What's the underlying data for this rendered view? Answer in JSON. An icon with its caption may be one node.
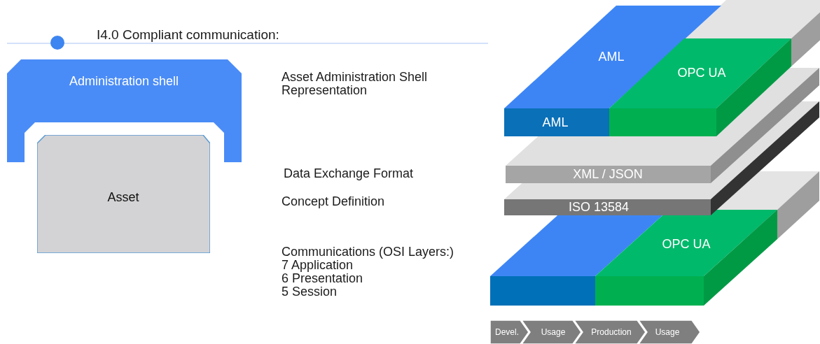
{
  "diagram": {
    "title": "I4.0 Compliant communication:",
    "nodes": [
      {
        "text": [
          "Administration shell"
        ]
      },
      {
        "text": [
          "Asset"
        ]
      },
      {
        "text": [
          "AML"
        ]
      },
      {
        "text": [
          "AML"
        ]
      },
      {
        "text": [
          "OPC UA"
        ]
      },
      {
        "text": [
          "XML / JSON"
        ]
      },
      {
        "text": [
          "ISO 13584"
        ]
      },
      {
        "text": [],
        "shape": "box"
      },
      {
        "text": [
          "OPC UA"
        ]
      },
      {
        "text": [
          "Devel."
        ]
      },
      {
        "text": [
          "Usage"
        ]
      },
      {
        "text": [
          "Production"
        ]
      },
      {
        "text": [
          "Usage"
        ]
      }
    ],
    "labels": [
      "Asset Administration Shell Representation",
      "Data Exchange Format",
      "Concept Definition",
      "Communications (OSI Layers:)",
      "7 Application",
      "6 Presentation",
      "5 Session"
    ]
  }
}
